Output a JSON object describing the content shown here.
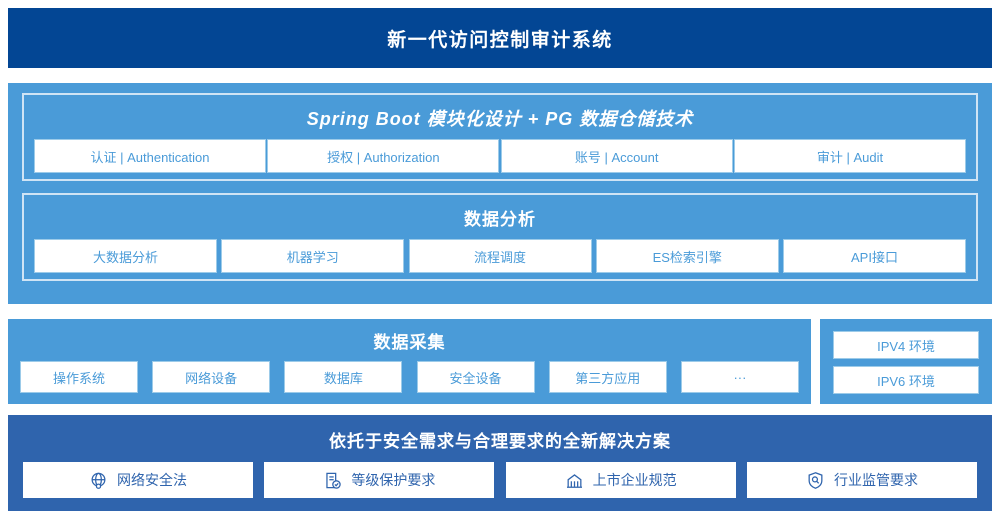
{
  "header": {
    "title": "新一代访问控制审计系统",
    "bg_color": "#034694"
  },
  "colors": {
    "light_panel": "#4a9bd8",
    "dark_panel": "#2f64ad",
    "chip_text_light": "#4a9bd8",
    "chip_text_dark": "#2f64ad",
    "group_border": "#cfe4f5"
  },
  "groups": {
    "spring_boot": {
      "title": "Spring Boot 模块化设计 + PG 数据仓储技术",
      "chips": [
        {
          "label": "认证 | Authentication"
        },
        {
          "label": "授权 | Authorization"
        },
        {
          "label": "账号 | Account"
        },
        {
          "label": "审计 | Audit"
        }
      ]
    },
    "data_analysis": {
      "title": "数据分析",
      "chips": [
        {
          "label": "大数据分析"
        },
        {
          "label": "机器学习"
        },
        {
          "label": "流程调度"
        },
        {
          "label": "ES检索引擎"
        },
        {
          "label": "API接口"
        }
      ]
    },
    "data_collection": {
      "title": "数据采集",
      "chips": [
        {
          "label": "操作系统"
        },
        {
          "label": "网络设备"
        },
        {
          "label": "数据库"
        },
        {
          "label": "安全设备"
        },
        {
          "label": "第三方应用"
        },
        {
          "label": "···"
        }
      ]
    },
    "ipv_environments": {
      "chips": [
        {
          "label": "IPV4 环境"
        },
        {
          "label": "IPV6 环境"
        }
      ]
    },
    "compliance": {
      "title": "依托于安全需求与合理要求的全新解决方案",
      "chips": [
        {
          "label": "网络安全法",
          "icon": "globe-lock-icon"
        },
        {
          "label": "等级保护要求",
          "icon": "document-check-icon"
        },
        {
          "label": "上市企业规范",
          "icon": "bank-building-icon"
        },
        {
          "label": "行业监管要求",
          "icon": "shield-search-icon"
        }
      ]
    }
  }
}
